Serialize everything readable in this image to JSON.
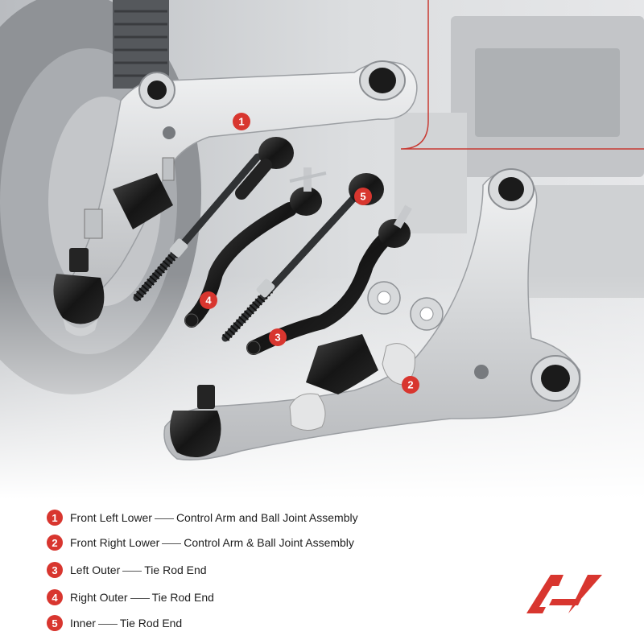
{
  "brand": {
    "accent": "#d8362f",
    "logo_icon": "ap-logo-icon"
  },
  "callouts": [
    {
      "num": "1"
    },
    {
      "num": "2"
    },
    {
      "num": "3"
    },
    {
      "num": "4"
    },
    {
      "num": "5"
    }
  ],
  "legend": [
    {
      "num": "1",
      "position": "Front Left Lower",
      "part": "Control Arm and Ball Joint Assembly"
    },
    {
      "num": "2",
      "position": "Front Right Lower",
      "part": "Control Arm & Ball Joint Assembly"
    },
    {
      "num": "3",
      "position": "Left Outer",
      "part": "Tie Rod End"
    },
    {
      "num": "4",
      "position": "Right Outer",
      "part": "Tie Rod End"
    },
    {
      "num": "5",
      "position": "Inner",
      "part": "Tie Rod End"
    }
  ]
}
